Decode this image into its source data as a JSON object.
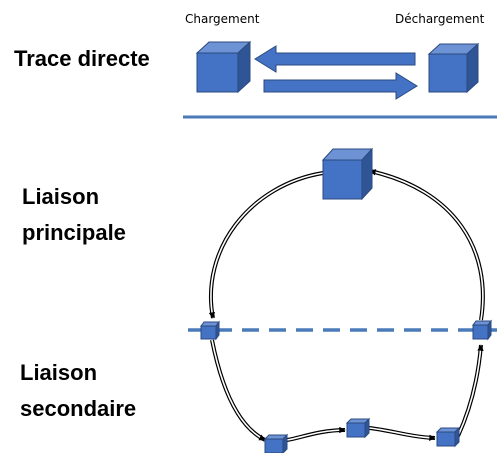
{
  "labels": {
    "loading": "Chargement",
    "unloading": "Déchargement",
    "direct_route": "Trace directe",
    "main_link": [
      "Liaison",
      "principale"
    ],
    "secondary_link": [
      "Liaison",
      "secondaire"
    ]
  },
  "colors": {
    "cube_front": "#4472c4",
    "cube_top": "#6d93d4",
    "cube_side": "#2f5597",
    "cube_stroke": "#2b4a80",
    "divider": "#4a7ab8",
    "arrow": "#000000"
  }
}
